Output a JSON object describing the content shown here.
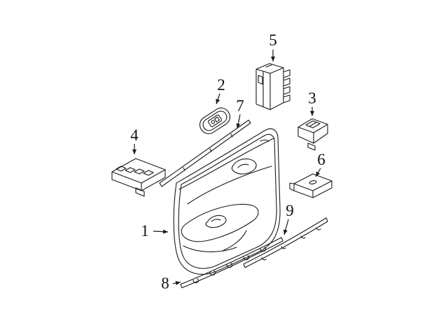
{
  "diagram": {
    "background_color": "#ffffff",
    "line_color": "#1a1a1a",
    "callouts": [
      {
        "label": "1",
        "part": "door-trim-panel"
      },
      {
        "label": "2",
        "part": "switch-bezel"
      },
      {
        "label": "3",
        "part": "window-switch"
      },
      {
        "label": "4",
        "part": "master-switch"
      },
      {
        "label": "5",
        "part": "connector-switch-block"
      },
      {
        "label": "6",
        "part": "bracket"
      },
      {
        "label": "7",
        "part": "belt-molding-strip"
      },
      {
        "label": "8",
        "part": "lower-trim-strip"
      },
      {
        "label": "9",
        "part": "trim-strip"
      }
    ]
  }
}
